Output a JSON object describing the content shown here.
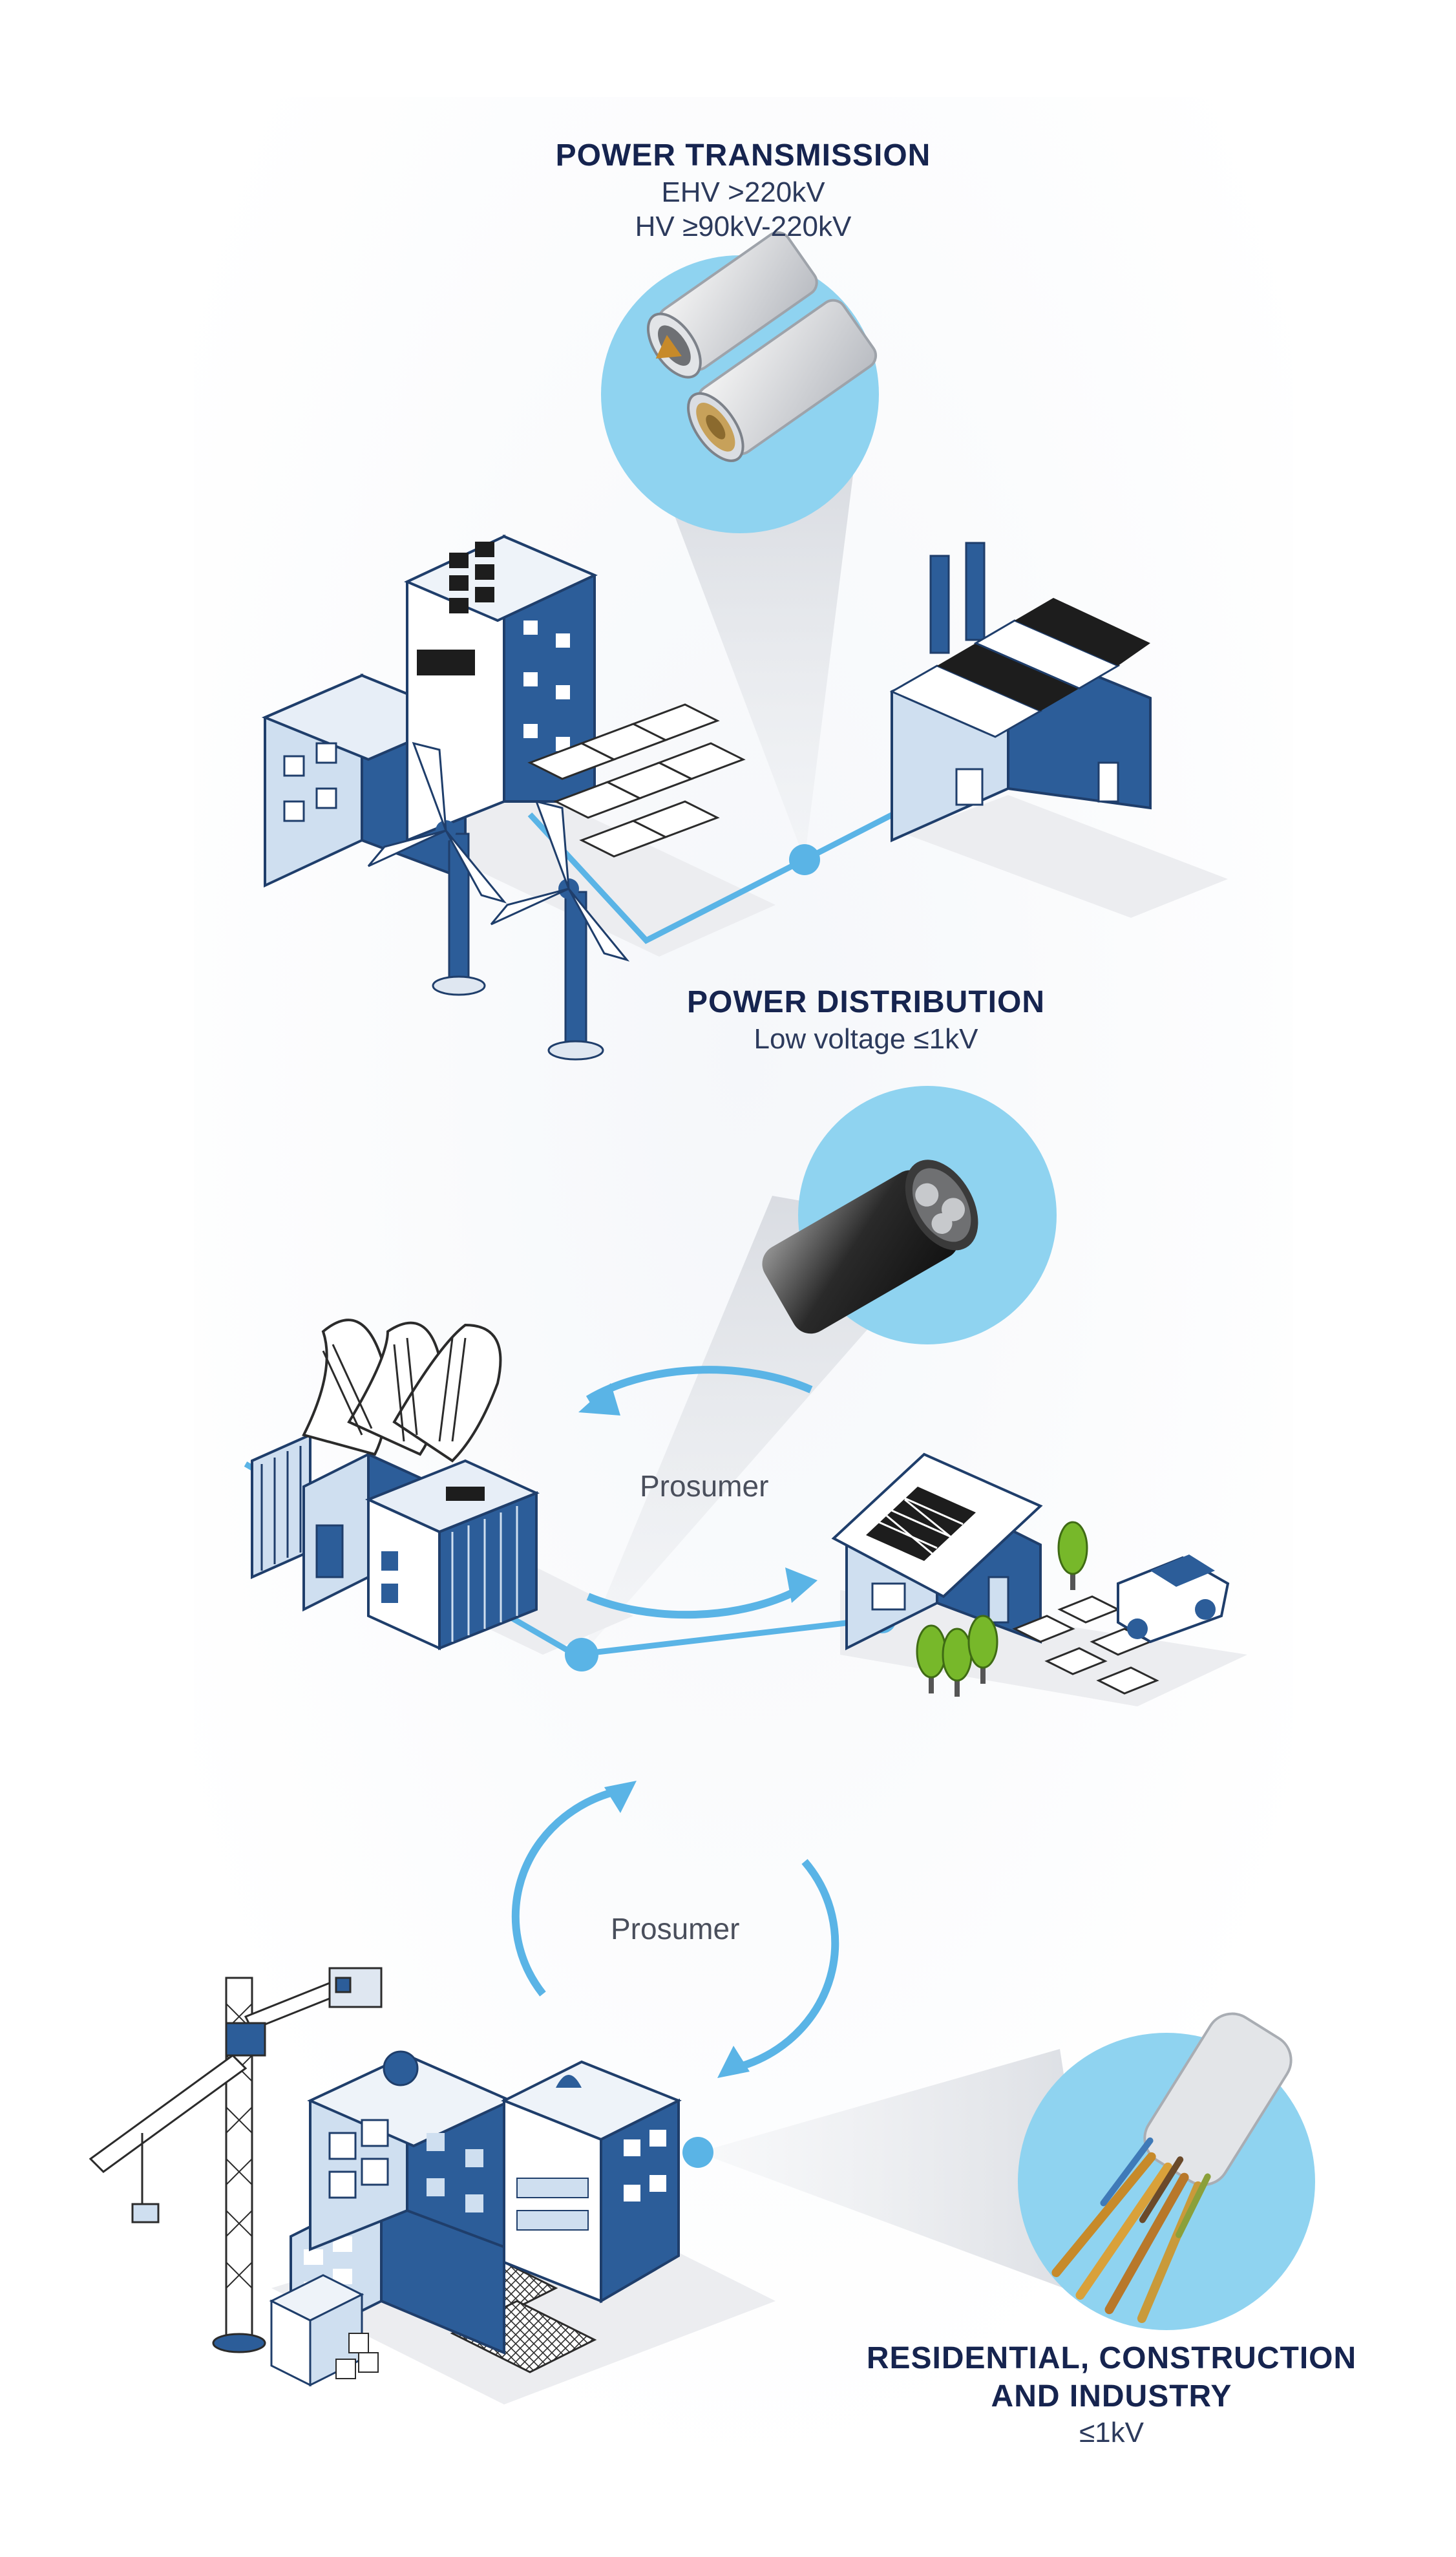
{
  "power_transmission": {
    "title": "POWER TRANSMISSION",
    "line1": "EHV >220kV",
    "line2": "HV ≥90kV-220kV"
  },
  "power_distribution": {
    "title": "POWER DISTRIBUTION",
    "line1": "Low voltage ≤1kV"
  },
  "residential": {
    "title_line1": "RESIDENTIAL, CONSTRUCTION",
    "title_line2": "AND INDUSTRY",
    "line1": "≤1kV"
  },
  "prosumer_upper": "Prosumer",
  "prosumer_lower": "Prosumer",
  "colors": {
    "accent_light_blue": "#8fd3f0",
    "line_blue": "#5ab4e6",
    "building_dark_blue": "#2c5d99",
    "building_light_blue": "#cfdff0",
    "text_navy": "#16244f"
  }
}
